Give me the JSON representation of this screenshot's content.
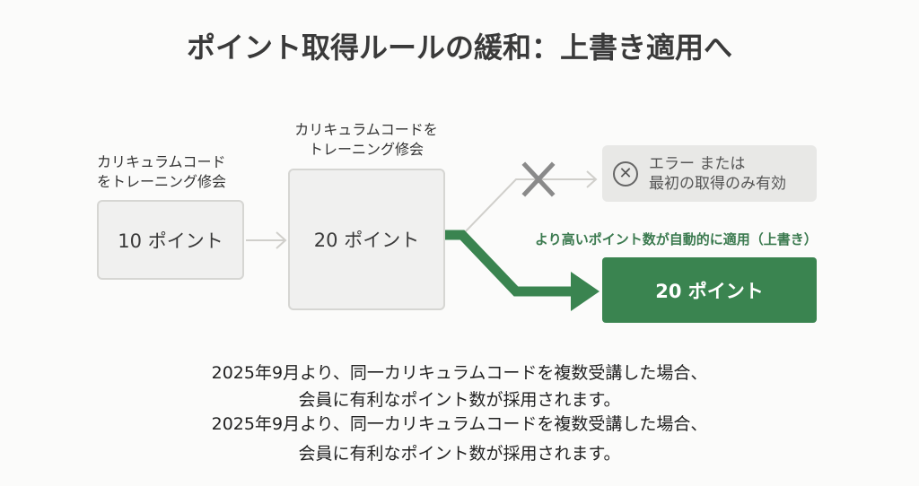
{
  "title": "ポイント取得ルールの緩和：上書き適用へ",
  "step1": {
    "label_line1": "カリキュラムコード",
    "label_line2": "をトレーニング修会",
    "box": "10 ポイント"
  },
  "step2": {
    "label_line1": "カリキュラムコードを",
    "label_line2": "トレーニング修会",
    "box": "20 ポイント"
  },
  "old_rule": {
    "icon": "circle-x-icon",
    "line1": "エラー または",
    "line2": "最初の取得のみ有効"
  },
  "new_rule": {
    "label": "より高いポイント数が自動的に適用（上書き）",
    "box": "20 ポイント"
  },
  "footer": [
    "2025年9月より、同一カリキュラムコードを複数受講した場合、",
    "会員に有利なポイント数が採用されます。",
    "2025年9月より、同一カリキュラムコードを複数受講した場合、",
    "会員に有利なポイント数が採用されます。"
  ],
  "colors": {
    "green": "#3a8450",
    "gray_line": "#d0cfcb",
    "x_mark": "#8a8a8a"
  }
}
